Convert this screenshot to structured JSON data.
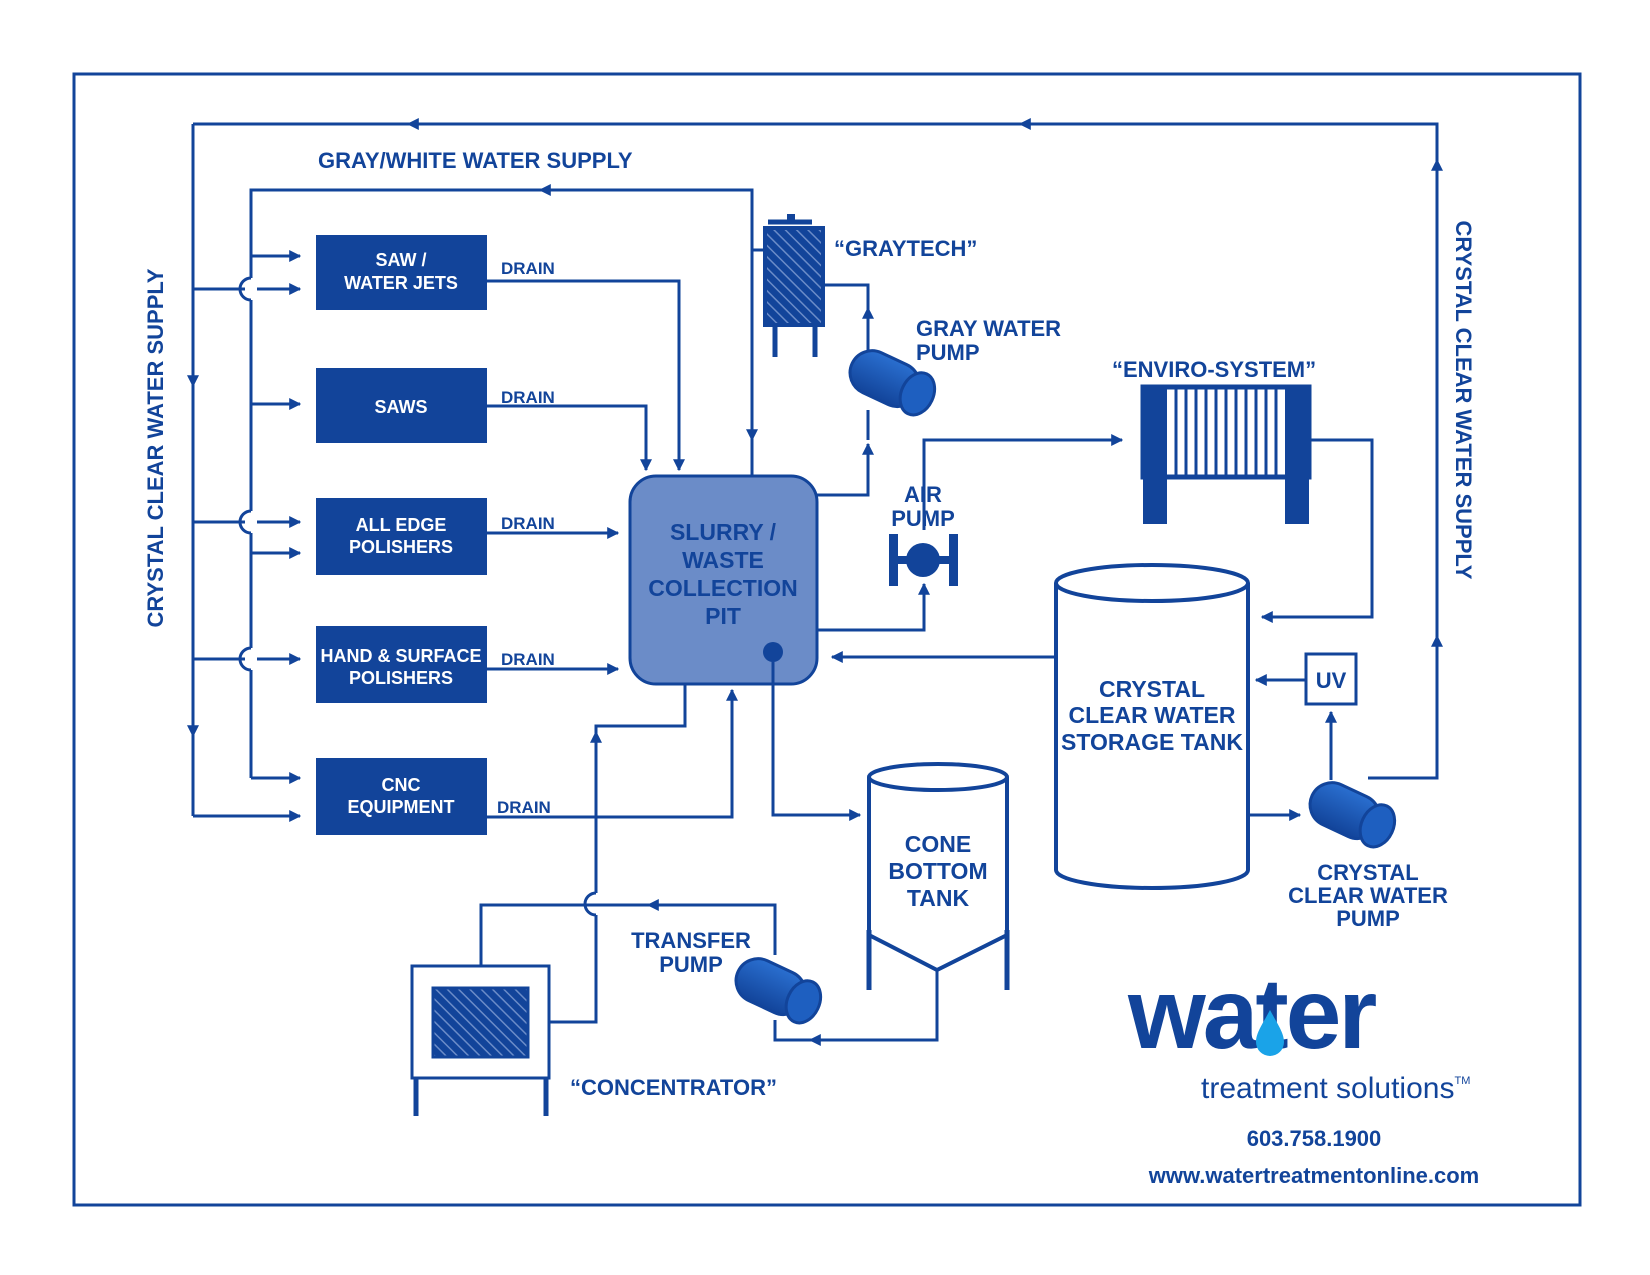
{
  "supply": {
    "crystal_left": "CRYSTAL CLEAR WATER SUPPLY",
    "crystal_right": "CRYSTAL CLEAR WATER SUPPLY",
    "gray_white": "GRAY/WHITE WATER SUPPLY"
  },
  "machines": [
    {
      "line1": "SAW /",
      "line2": "WATER JETS"
    },
    {
      "line1": "SAWS",
      "line2": ""
    },
    {
      "line1": "ALL EDGE",
      "line2": "POLISHERS"
    },
    {
      "line1": "HAND & SURFACE",
      "line2": "POLISHERS"
    },
    {
      "line1": "CNC",
      "line2": "EQUIPMENT"
    }
  ],
  "drain_label": "DRAIN",
  "pit": {
    "line1": "SLURRY /",
    "line2": "WASTE",
    "line3": "COLLECTION",
    "line4": "PIT"
  },
  "graytech": "“GRAYTECH”",
  "gray_pump": {
    "line1": "GRAY WATER",
    "line2": "PUMP"
  },
  "enviro": "“ENVIRO-SYSTEM”",
  "air_pump": {
    "line1": "AIR",
    "line2": "PUMP"
  },
  "storage_tank": {
    "line1": "CRYSTAL",
    "line2": "CLEAR WATER",
    "line3": "STORAGE TANK"
  },
  "uv": "UV",
  "clear_pump": {
    "line1": "CRYSTAL",
    "line2": "CLEAR WATER",
    "line3": "PUMP"
  },
  "cone_tank": {
    "line1": "CONE",
    "line2": "BOTTOM",
    "line3": "TANK"
  },
  "transfer_pump": {
    "line1": "TRANSFER",
    "line2": "PUMP"
  },
  "concentrator": "“CONCENTRATOR”",
  "brand": {
    "logo_word": "water",
    "tagline": "treatment solutions",
    "tm": "TM",
    "phone": "603.758.1900",
    "website": "www.watertreatmentonline.com"
  },
  "colors": {
    "primary": "#12449a",
    "pit_fill": "#6b8cc8",
    "accent": "#1aa3e8"
  }
}
